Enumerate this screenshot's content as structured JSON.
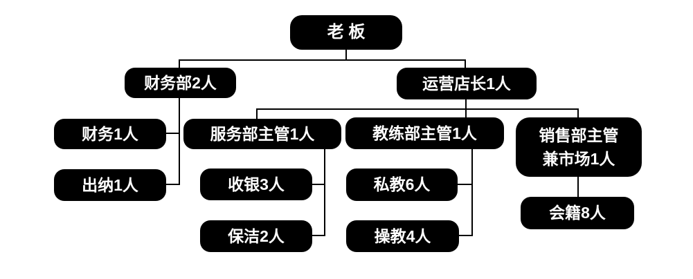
{
  "diagram": {
    "type": "org-chart",
    "colors": {
      "node_background": "#000000",
      "node_text": "#ffffff",
      "connector": "#000000",
      "page_background": "#ffffff"
    }
  },
  "nodes": {
    "boss": {
      "label": "老 板"
    },
    "finance_dept": {
      "label": "财务部2人"
    },
    "ops_manager": {
      "label": "运营店长1人"
    },
    "finance_staff": {
      "label": "财务1人"
    },
    "cashier": {
      "label": "出纳1人"
    },
    "service_supervisor": {
      "label": "服务部主管1人"
    },
    "cash_register": {
      "label": "收银3人"
    },
    "cleaner": {
      "label": "保洁2人"
    },
    "coach_supervisor": {
      "label": "教练部主管1人"
    },
    "personal_trainer": {
      "label": "私教6人"
    },
    "group_coach": {
      "label": "操教4人"
    },
    "sales_supervisor": {
      "line1": "销售部主管",
      "line2": "兼市场1人"
    },
    "membership": {
      "label": "会籍8人"
    }
  },
  "hierarchy": [
    {
      "parent": "老 板",
      "children": [
        "财务部2人",
        "运营店长1人"
      ]
    },
    {
      "parent": "财务部2人",
      "children": [
        "财务1人",
        "出纳1人"
      ]
    },
    {
      "parent": "运营店长1人",
      "children": [
        "服务部主管1人",
        "教练部主管1人",
        "销售部主管兼市场1人"
      ]
    },
    {
      "parent": "服务部主管1人",
      "children": [
        "收银3人",
        "保洁2人"
      ]
    },
    {
      "parent": "教练部主管1人",
      "children": [
        "私教6人",
        "操教4人"
      ]
    },
    {
      "parent": "销售部主管兼市场1人",
      "children": [
        "会籍8人"
      ]
    }
  ]
}
